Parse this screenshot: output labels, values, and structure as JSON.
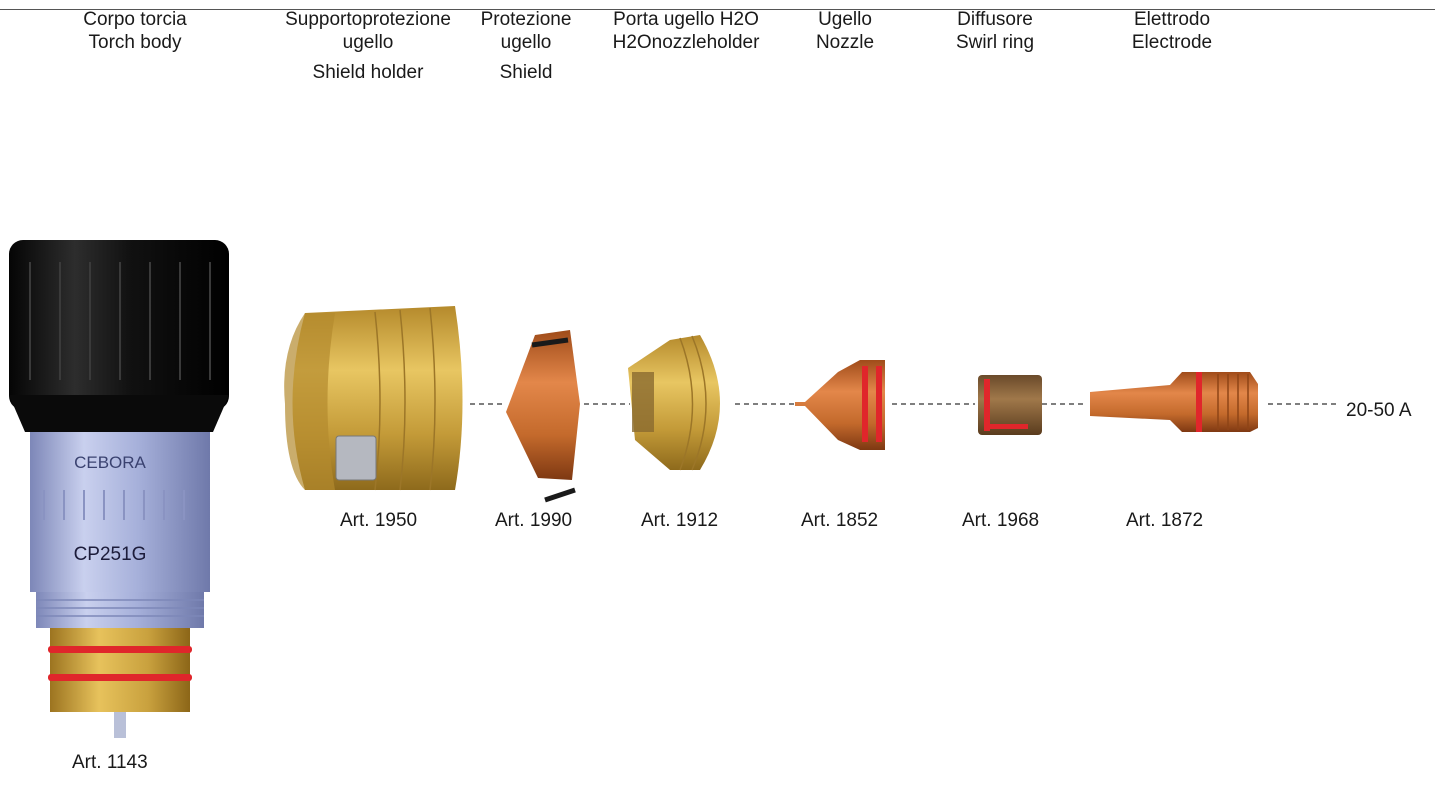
{
  "columns": [
    {
      "it": "Corpo torcia",
      "en": "Torch body",
      "extra": ""
    },
    {
      "it": "Supportoprotezione",
      "en": "ugello",
      "extra": "Shield holder"
    },
    {
      "it": "Protezione",
      "en": "ugello",
      "extra": "Shield"
    },
    {
      "it": "Porta ugello H2O",
      "en": "H2Onozzleholder",
      "extra": ""
    },
    {
      "it": "Ugello",
      "en": "Nozzle",
      "extra": ""
    },
    {
      "it": "Diffusore",
      "en": "Swirl ring",
      "extra": ""
    },
    {
      "it": "Elettrodo",
      "en": "Electrode",
      "extra": ""
    }
  ],
  "parts": {
    "torch_body": {
      "article": "Art. 1143",
      "brand": "CEBORA",
      "model": "CP251G"
    },
    "shield_holder": {
      "article": "Art. 1950"
    },
    "shield": {
      "article": "Art. 1990"
    },
    "nozzle_holder": {
      "article": "Art. 1912"
    },
    "nozzle": {
      "article": "Art. 1852"
    },
    "swirl_ring": {
      "article": "Art. 1968"
    },
    "electrode": {
      "article": "Art. 1872"
    }
  },
  "current_range": "20-50 A",
  "colors": {
    "cap_black": "#151515",
    "steel_blue": "#aab4d9",
    "brass": "#c9a13e",
    "copper": "#c46a2c",
    "oring_red": "#e0262b",
    "oring_black": "#1a1a1a"
  }
}
